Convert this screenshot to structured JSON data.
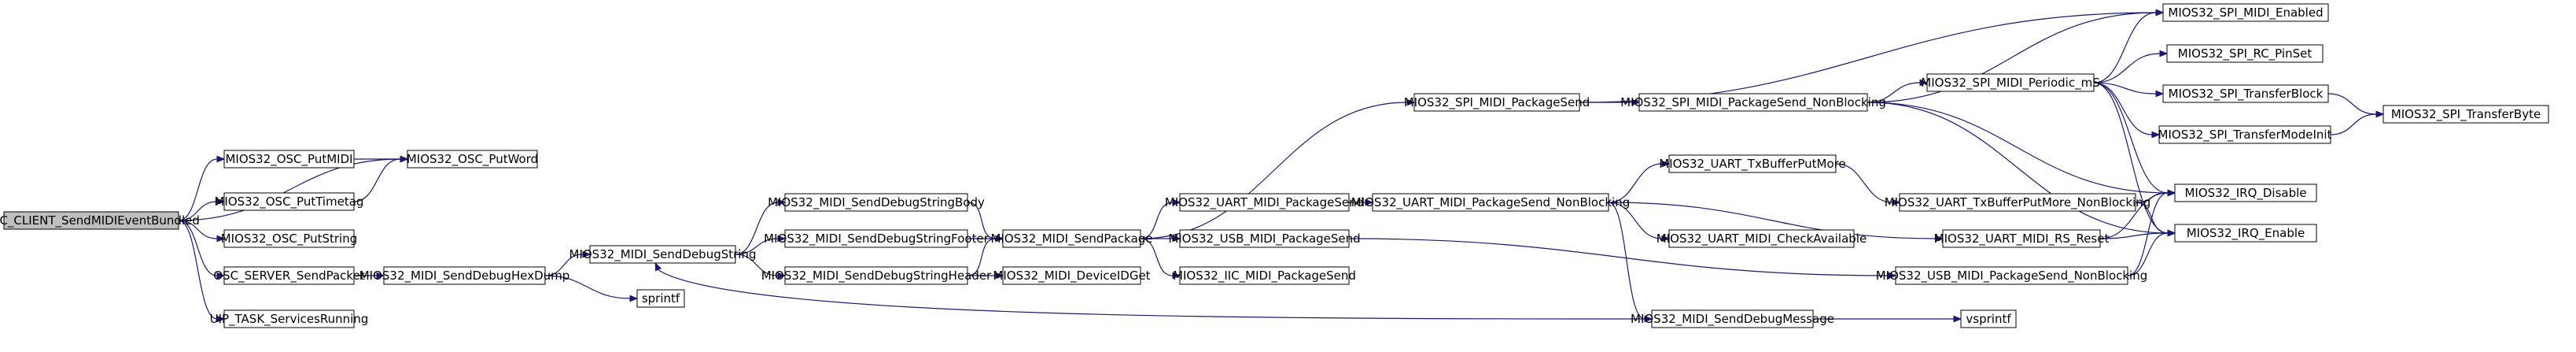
{
  "graph": {
    "nodes": [
      {
        "id": "OSC_CLIENT_SendMIDIEventBundled",
        "label": "OSC_CLIENT_SendMIDIEventBundled",
        "root": true
      },
      {
        "id": "MIOS32_OSC_PutMIDI",
        "label": "MIOS32_OSC_PutMIDI"
      },
      {
        "id": "MIOS32_OSC_PutTimetag",
        "label": "MIOS32_OSC_PutTimetag"
      },
      {
        "id": "MIOS32_OSC_PutString",
        "label": "MIOS32_OSC_PutString"
      },
      {
        "id": "OSC_SERVER_SendPacket",
        "label": "OSC_SERVER_SendPacket"
      },
      {
        "id": "UIP_TASK_ServicesRunning",
        "label": "UIP_TASK_ServicesRunning"
      },
      {
        "id": "MIOS32_OSC_PutWord",
        "label": "MIOS32_OSC_PutWord"
      },
      {
        "id": "MIOS32_MIDI_SendDebugHexDump",
        "label": "MIOS32_MIDI_SendDebugHexDump"
      },
      {
        "id": "MIOS32_MIDI_SendDebugString",
        "label": "MIOS32_MIDI_SendDebugString"
      },
      {
        "id": "sprintf",
        "label": "sprintf"
      },
      {
        "id": "MIOS32_MIDI_SendDebugStringBody",
        "label": "MIOS32_MIDI_SendDebugStringBody"
      },
      {
        "id": "MIOS32_MIDI_SendDebugStringFooter",
        "label": "MIOS32_MIDI_SendDebugStringFooter"
      },
      {
        "id": "MIOS32_MIDI_SendDebugStringHeader",
        "label": "MIOS32_MIDI_SendDebugStringHeader"
      },
      {
        "id": "MIOS32_MIDI_SendPackage",
        "label": "MIOS32_MIDI_SendPackage"
      },
      {
        "id": "MIOS32_MIDI_DeviceIDGet",
        "label": "MIOS32_MIDI_DeviceIDGet"
      },
      {
        "id": "MIOS32_SPI_MIDI_PackageSend",
        "label": "MIOS32_SPI_MIDI_PackageSend"
      },
      {
        "id": "MIOS32_UART_MIDI_PackageSend",
        "label": "MIOS32_UART_MIDI_PackageSend"
      },
      {
        "id": "MIOS32_USB_MIDI_PackageSend",
        "label": "MIOS32_USB_MIDI_PackageSend"
      },
      {
        "id": "MIOS32_IIC_MIDI_PackageSend",
        "label": "MIOS32_IIC_MIDI_PackageSend"
      },
      {
        "id": "MIOS32_SPI_MIDI_PackageSend_NonBlocking",
        "label": "MIOS32_SPI_MIDI_PackageSend_NonBlocking"
      },
      {
        "id": "MIOS32_UART_MIDI_PackageSend_NonBlocking",
        "label": "MIOS32_UART_MIDI_PackageSend_NonBlocking"
      },
      {
        "id": "MIOS32_MIDI_SendDebugMessage",
        "label": "MIOS32_MIDI_SendDebugMessage"
      },
      {
        "id": "MIOS32_UART_TxBufferPutMore",
        "label": "MIOS32_UART_TxBufferPutMore"
      },
      {
        "id": "MIOS32_UART_MIDI_CheckAvailable",
        "label": "MIOS32_UART_MIDI_CheckAvailable"
      },
      {
        "id": "MIOS32_SPI_MIDI_Periodic_mS",
        "label": "MIOS32_SPI_MIDI_Periodic_mS"
      },
      {
        "id": "MIOS32_UART_TxBufferPutMore_NonBlocking",
        "label": "MIOS32_UART_TxBufferPutMore_NonBlocking"
      },
      {
        "id": "MIOS32_UART_MIDI_RS_Reset",
        "label": "MIOS32_UART_MIDI_RS_Reset"
      },
      {
        "id": "MIOS32_USB_MIDI_PackageSend_NonBlocking",
        "label": "MIOS32_USB_MIDI_PackageSend_NonBlocking"
      },
      {
        "id": "vsprintf",
        "label": "vsprintf"
      },
      {
        "id": "MIOS32_SPI_MIDI_Enabled",
        "label": "MIOS32_SPI_MIDI_Enabled"
      },
      {
        "id": "MIOS32_SPI_RC_PinSet",
        "label": "MIOS32_SPI_RC_PinSet"
      },
      {
        "id": "MIOS32_SPI_TransferBlock",
        "label": "MIOS32_SPI_TransferBlock"
      },
      {
        "id": "MIOS32_SPI_TransferModeInit",
        "label": "MIOS32_SPI_TransferModeInit"
      },
      {
        "id": "MIOS32_IRQ_Disable",
        "label": "MIOS32_IRQ_Disable"
      },
      {
        "id": "MIOS32_IRQ_Enable",
        "label": "MIOS32_IRQ_Enable"
      },
      {
        "id": "MIOS32_SPI_TransferByte",
        "label": "MIOS32_SPI_TransferByte"
      }
    ],
    "edges": [
      {
        "from": "OSC_CLIENT_SendMIDIEventBundled",
        "to": "MIOS32_OSC_PutWord"
      },
      {
        "from": "OSC_CLIENT_SendMIDIEventBundled",
        "to": "MIOS32_OSC_PutMIDI"
      },
      {
        "from": "OSC_CLIENT_SendMIDIEventBundled",
        "to": "MIOS32_OSC_PutTimetag"
      },
      {
        "from": "OSC_CLIENT_SendMIDIEventBundled",
        "to": "MIOS32_OSC_PutString"
      },
      {
        "from": "OSC_CLIENT_SendMIDIEventBundled",
        "to": "OSC_SERVER_SendPacket"
      },
      {
        "from": "OSC_CLIENT_SendMIDIEventBundled",
        "to": "UIP_TASK_ServicesRunning"
      },
      {
        "from": "MIOS32_OSC_PutMIDI",
        "to": "MIOS32_OSC_PutWord"
      },
      {
        "from": "MIOS32_OSC_PutTimetag",
        "to": "MIOS32_OSC_PutWord"
      },
      {
        "from": "OSC_SERVER_SendPacket",
        "to": "MIOS32_MIDI_SendDebugHexDump"
      },
      {
        "from": "MIOS32_MIDI_SendDebugHexDump",
        "to": "MIOS32_MIDI_SendDebugString"
      },
      {
        "from": "MIOS32_MIDI_SendDebugHexDump",
        "to": "sprintf"
      },
      {
        "from": "MIOS32_MIDI_SendDebugString",
        "to": "MIOS32_MIDI_SendDebugStringBody"
      },
      {
        "from": "MIOS32_MIDI_SendDebugString",
        "to": "MIOS32_MIDI_SendDebugStringFooter"
      },
      {
        "from": "MIOS32_MIDI_SendDebugString",
        "to": "MIOS32_MIDI_SendDebugStringHeader"
      },
      {
        "from": "MIOS32_MIDI_SendDebugStringBody",
        "to": "MIOS32_MIDI_SendPackage"
      },
      {
        "from": "MIOS32_MIDI_SendDebugStringFooter",
        "to": "MIOS32_MIDI_SendPackage"
      },
      {
        "from": "MIOS32_MIDI_SendDebugStringHeader",
        "to": "MIOS32_MIDI_SendPackage"
      },
      {
        "from": "MIOS32_MIDI_SendDebugStringHeader",
        "to": "MIOS32_MIDI_DeviceIDGet"
      },
      {
        "from": "MIOS32_MIDI_SendPackage",
        "to": "MIOS32_SPI_MIDI_PackageSend"
      },
      {
        "from": "MIOS32_MIDI_SendPackage",
        "to": "MIOS32_UART_MIDI_PackageSend"
      },
      {
        "from": "MIOS32_MIDI_SendPackage",
        "to": "MIOS32_USB_MIDI_PackageSend"
      },
      {
        "from": "MIOS32_MIDI_SendPackage",
        "to": "MIOS32_IIC_MIDI_PackageSend"
      },
      {
        "from": "MIOS32_SPI_MIDI_PackageSend",
        "to": "MIOS32_SPI_MIDI_PackageSend_NonBlocking"
      },
      {
        "from": "MIOS32_SPI_MIDI_PackageSend",
        "to": "MIOS32_SPI_MIDI_Enabled"
      },
      {
        "from": "MIOS32_UART_MIDI_PackageSend",
        "to": "MIOS32_UART_MIDI_PackageSend_NonBlocking"
      },
      {
        "from": "MIOS32_USB_MIDI_PackageSend",
        "to": "MIOS32_USB_MIDI_PackageSend_NonBlocking"
      },
      {
        "from": "MIOS32_SPI_MIDI_PackageSend_NonBlocking",
        "to": "MIOS32_SPI_MIDI_Enabled"
      },
      {
        "from": "MIOS32_SPI_MIDI_PackageSend_NonBlocking",
        "to": "MIOS32_SPI_MIDI_Periodic_mS"
      },
      {
        "from": "MIOS32_SPI_MIDI_PackageSend_NonBlocking",
        "to": "MIOS32_IRQ_Disable"
      },
      {
        "from": "MIOS32_SPI_MIDI_PackageSend_NonBlocking",
        "to": "MIOS32_IRQ_Enable"
      },
      {
        "from": "MIOS32_SPI_MIDI_Periodic_mS",
        "to": "MIOS32_SPI_MIDI_Enabled"
      },
      {
        "from": "MIOS32_SPI_MIDI_Periodic_mS",
        "to": "MIOS32_SPI_RC_PinSet"
      },
      {
        "from": "MIOS32_SPI_MIDI_Periodic_mS",
        "to": "MIOS32_SPI_TransferBlock"
      },
      {
        "from": "MIOS32_SPI_MIDI_Periodic_mS",
        "to": "MIOS32_SPI_TransferModeInit"
      },
      {
        "from": "MIOS32_SPI_MIDI_Periodic_mS",
        "to": "MIOS32_IRQ_Disable"
      },
      {
        "from": "MIOS32_SPI_MIDI_Periodic_mS",
        "to": "MIOS32_IRQ_Enable"
      },
      {
        "from": "MIOS32_SPI_TransferBlock",
        "to": "MIOS32_SPI_TransferByte"
      },
      {
        "from": "MIOS32_SPI_TransferModeInit",
        "to": "MIOS32_SPI_TransferByte"
      },
      {
        "from": "MIOS32_UART_MIDI_PackageSend_NonBlocking",
        "to": "MIOS32_UART_TxBufferPutMore"
      },
      {
        "from": "MIOS32_UART_MIDI_PackageSend_NonBlocking",
        "to": "MIOS32_UART_MIDI_CheckAvailable"
      },
      {
        "from": "MIOS32_UART_MIDI_PackageSend_NonBlocking",
        "to": "MIOS32_UART_MIDI_RS_Reset"
      },
      {
        "from": "MIOS32_UART_MIDI_PackageSend_NonBlocking",
        "to": "MIOS32_MIDI_SendDebugMessage"
      },
      {
        "from": "MIOS32_UART_TxBufferPutMore",
        "to": "MIOS32_UART_TxBufferPutMore_NonBlocking"
      },
      {
        "from": "MIOS32_UART_TxBufferPutMore_NonBlocking",
        "to": "MIOS32_IRQ_Disable"
      },
      {
        "from": "MIOS32_UART_TxBufferPutMore_NonBlocking",
        "to": "MIOS32_IRQ_Enable"
      },
      {
        "from": "MIOS32_UART_MIDI_RS_Reset",
        "to": "MIOS32_IRQ_Disable"
      },
      {
        "from": "MIOS32_UART_MIDI_RS_Reset",
        "to": "MIOS32_IRQ_Enable"
      },
      {
        "from": "MIOS32_USB_MIDI_PackageSend_NonBlocking",
        "to": "MIOS32_IRQ_Disable"
      },
      {
        "from": "MIOS32_USB_MIDI_PackageSend_NonBlocking",
        "to": "MIOS32_IRQ_Enable"
      },
      {
        "from": "MIOS32_MIDI_SendDebugMessage",
        "to": "MIOS32_MIDI_SendDebugString"
      },
      {
        "from": "MIOS32_MIDI_SendDebugMessage",
        "to": "vsprintf"
      }
    ]
  }
}
